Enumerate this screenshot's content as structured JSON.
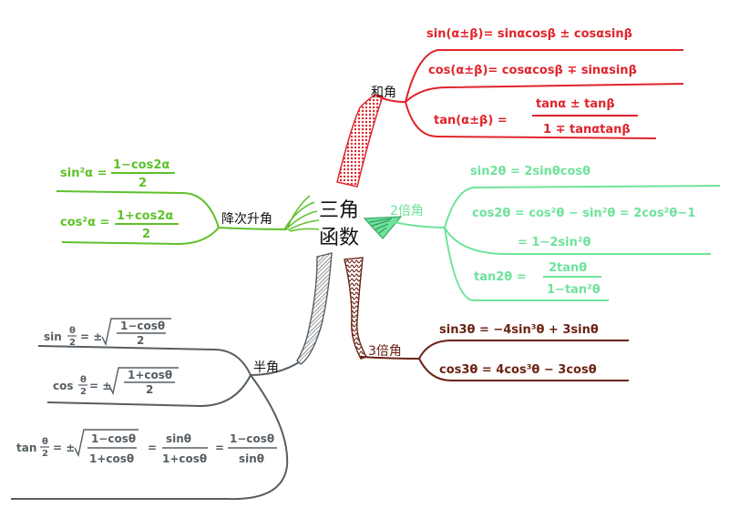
{
  "center": {
    "line1": "三角",
    "line2": "函数"
  },
  "colors": {
    "red": "#e0242b",
    "green": "#5ec12a",
    "mint": "#6ee39b",
    "brown": "#6b2315",
    "gray": "#565e64",
    "ink": "#111111"
  },
  "branches": {
    "sum": {
      "label": "和角",
      "f1": "sin(α±β)= sinαcosβ ± cosαsinβ",
      "f2": "cos(α±β)= cosαcosβ ∓ sinαsinβ",
      "f3_lhs": "tan(α±β) =",
      "f3_num": "tanα ± tanβ",
      "f3_den": "1 ∓ tanαtanβ"
    },
    "power": {
      "label": "降次升角",
      "f1_lhs": "sin²α =",
      "f1_num": "1−cos2α",
      "f1_den": "2",
      "f2_lhs": "cos²α =",
      "f2_num": "1+cos2α",
      "f2_den": "2"
    },
    "double": {
      "label": "2倍角",
      "f1": "sin2θ = 2sinθcosθ",
      "f2": "cos2θ = cos²θ − sin²θ = 2cos²θ−1",
      "f3": "= 1−2sin²θ",
      "f4_lhs": "tan2θ =",
      "f4_num": "2tanθ",
      "f4_den": "1−tan²θ"
    },
    "triple": {
      "label": "3倍角",
      "f1": "sin3θ = −4sin³θ + 3sinθ",
      "f2": "cos3θ = 4cos³θ − 3cosθ"
    },
    "half": {
      "label": "半角",
      "f1_lhs": "sin",
      "f1_eq": "= ±",
      "f1_num": "1−cosθ",
      "f1_den": "2",
      "f2_lhs": "cos",
      "f2_eq": "= ±",
      "f2_num": "1+cosθ",
      "f2_den": "2",
      "f3_lhs": "tan",
      "f3_eq": "= ±",
      "f3_num": "1−cosθ",
      "f3_den": "1+cosθ",
      "f3_eq2": "=",
      "f3_num2": "sinθ",
      "f3_den2": "1+cosθ",
      "f3_eq3": "=",
      "f3_num3": "1−cosθ",
      "f3_den3": "sinθ",
      "half_num": "θ",
      "half_den": "2"
    }
  }
}
